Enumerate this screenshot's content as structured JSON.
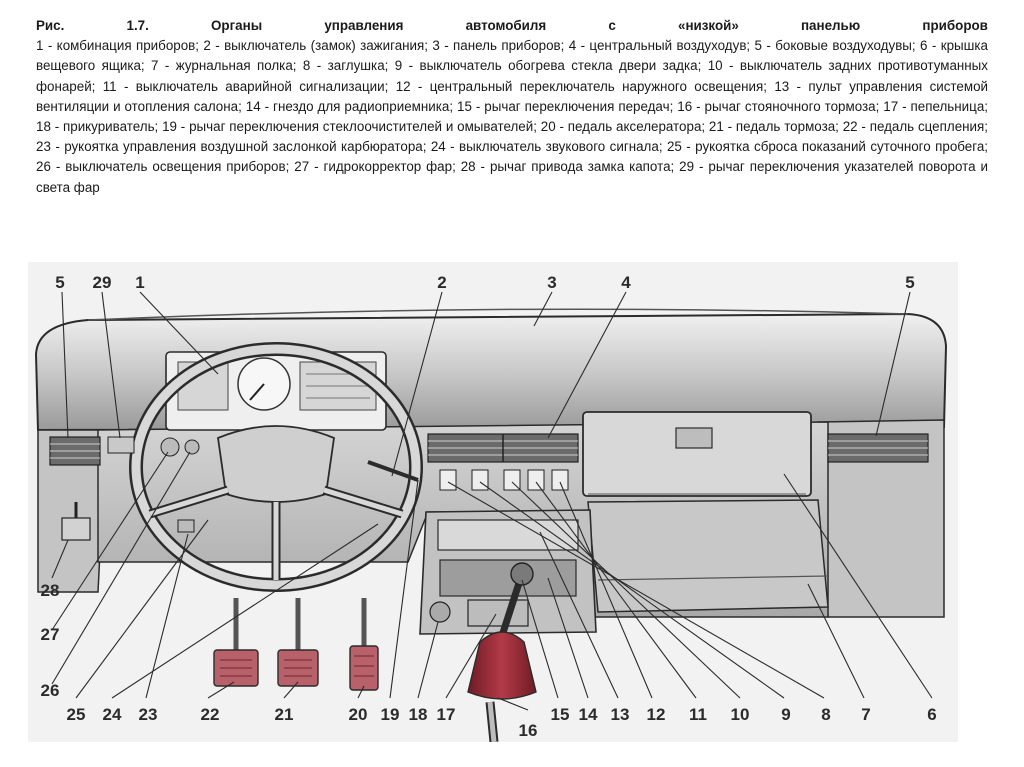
{
  "caption": {
    "head": [
      "Рис.",
      "1.7.",
      "Органы",
      "управления",
      "автомобиля",
      "с",
      "«низкой»",
      "панелью",
      "приборов"
    ],
    "body": "1 - комбинация приборов; 2 - выключатель (замок) зажигания; 3 - панель приборов; 4 - центральный воздуходув; 5 - боковые воздуходувы; 6 - крышка вещевого ящика; 7 - журнальная полка; 8 - заглушка; 9 - выключатель обогрева стекла двери задка; 10 - выключатель задних противотуманных фонарей; 11 - выключатель аварийной сигнализации; 12 - центральный переключатель наружного освещения; 13 - пульт управления системой вентиляции и отопления салона; 14 - гнездо для радиоприемника; 15 - рычаг переключения передач; 16 - рычаг стояночного тормоза; 17 - пепельница; 18 - прикуриватель; 19 - рычаг переключения стеклоочистителей и омывателей; 20 - педаль акселератора; 21 - педаль тормоза; 22 - педаль сцепления; 23 - рукоятка управления воздушной заслонкой карбюратора; 24 - выключатель звукового сигнала; 25 - рукоятка сброса показаний суточного пробега; 26 - выключатель освещения приборов; 27 - гидрокорректор фар; 28 - рычаг привода замка капота; 29 - рычаг переключения указателей поворота и света фар"
  },
  "callouts": {
    "top": [
      "5",
      "29",
      "1",
      "2",
      "3",
      "4",
      "5"
    ],
    "left": [
      "28",
      "27",
      "26"
    ],
    "bottom": [
      "25",
      "24",
      "23",
      "22",
      "21",
      "20",
      "19",
      "18",
      "17",
      "16",
      "15",
      "14",
      "13",
      "12",
      "11",
      "10",
      "9",
      "8",
      "7",
      "6"
    ]
  },
  "colors": {
    "ink": "#2b2b2b",
    "panel_light": "#e2e2e2",
    "panel_mid": "#bdbdbd",
    "panel_dark": "#8a8a8a",
    "background": "#f1f1f1",
    "boot_red": "#9b2a36",
    "pedal_red": "#b8616a"
  }
}
